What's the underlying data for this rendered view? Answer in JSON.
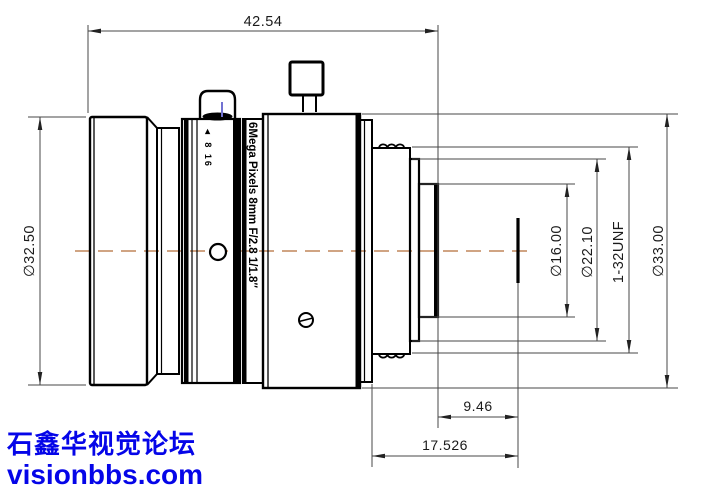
{
  "drawing": {
    "type": "lens mechanical dimension drawing",
    "dims": {
      "total_length": "42.54",
      "front_diameter": "∅32.50",
      "rear_tube_diameter": "∅16.00",
      "rear_step_diameter": "∅22.10",
      "mount_thread": "1-32UNF",
      "barrel_diameter": "∅33.00",
      "tube_to_image_plane": "9.46",
      "flange_focal_distance": "17.526"
    },
    "labels": {
      "lens_spec": "6Mega Pixels 8mm F/2.8 1/1.8″",
      "iris_scale": "◄ 8 16"
    },
    "colors": {
      "outline": "#000000",
      "dimension_lines": "#474747",
      "centerline": "#c0855a",
      "knob_mark_blue": "#7272d2",
      "watermark_blue": "#0505e8"
    }
  },
  "watermark": {
    "line1": "石鑫华视觉论坛",
    "line2": "visionbbs.com"
  }
}
